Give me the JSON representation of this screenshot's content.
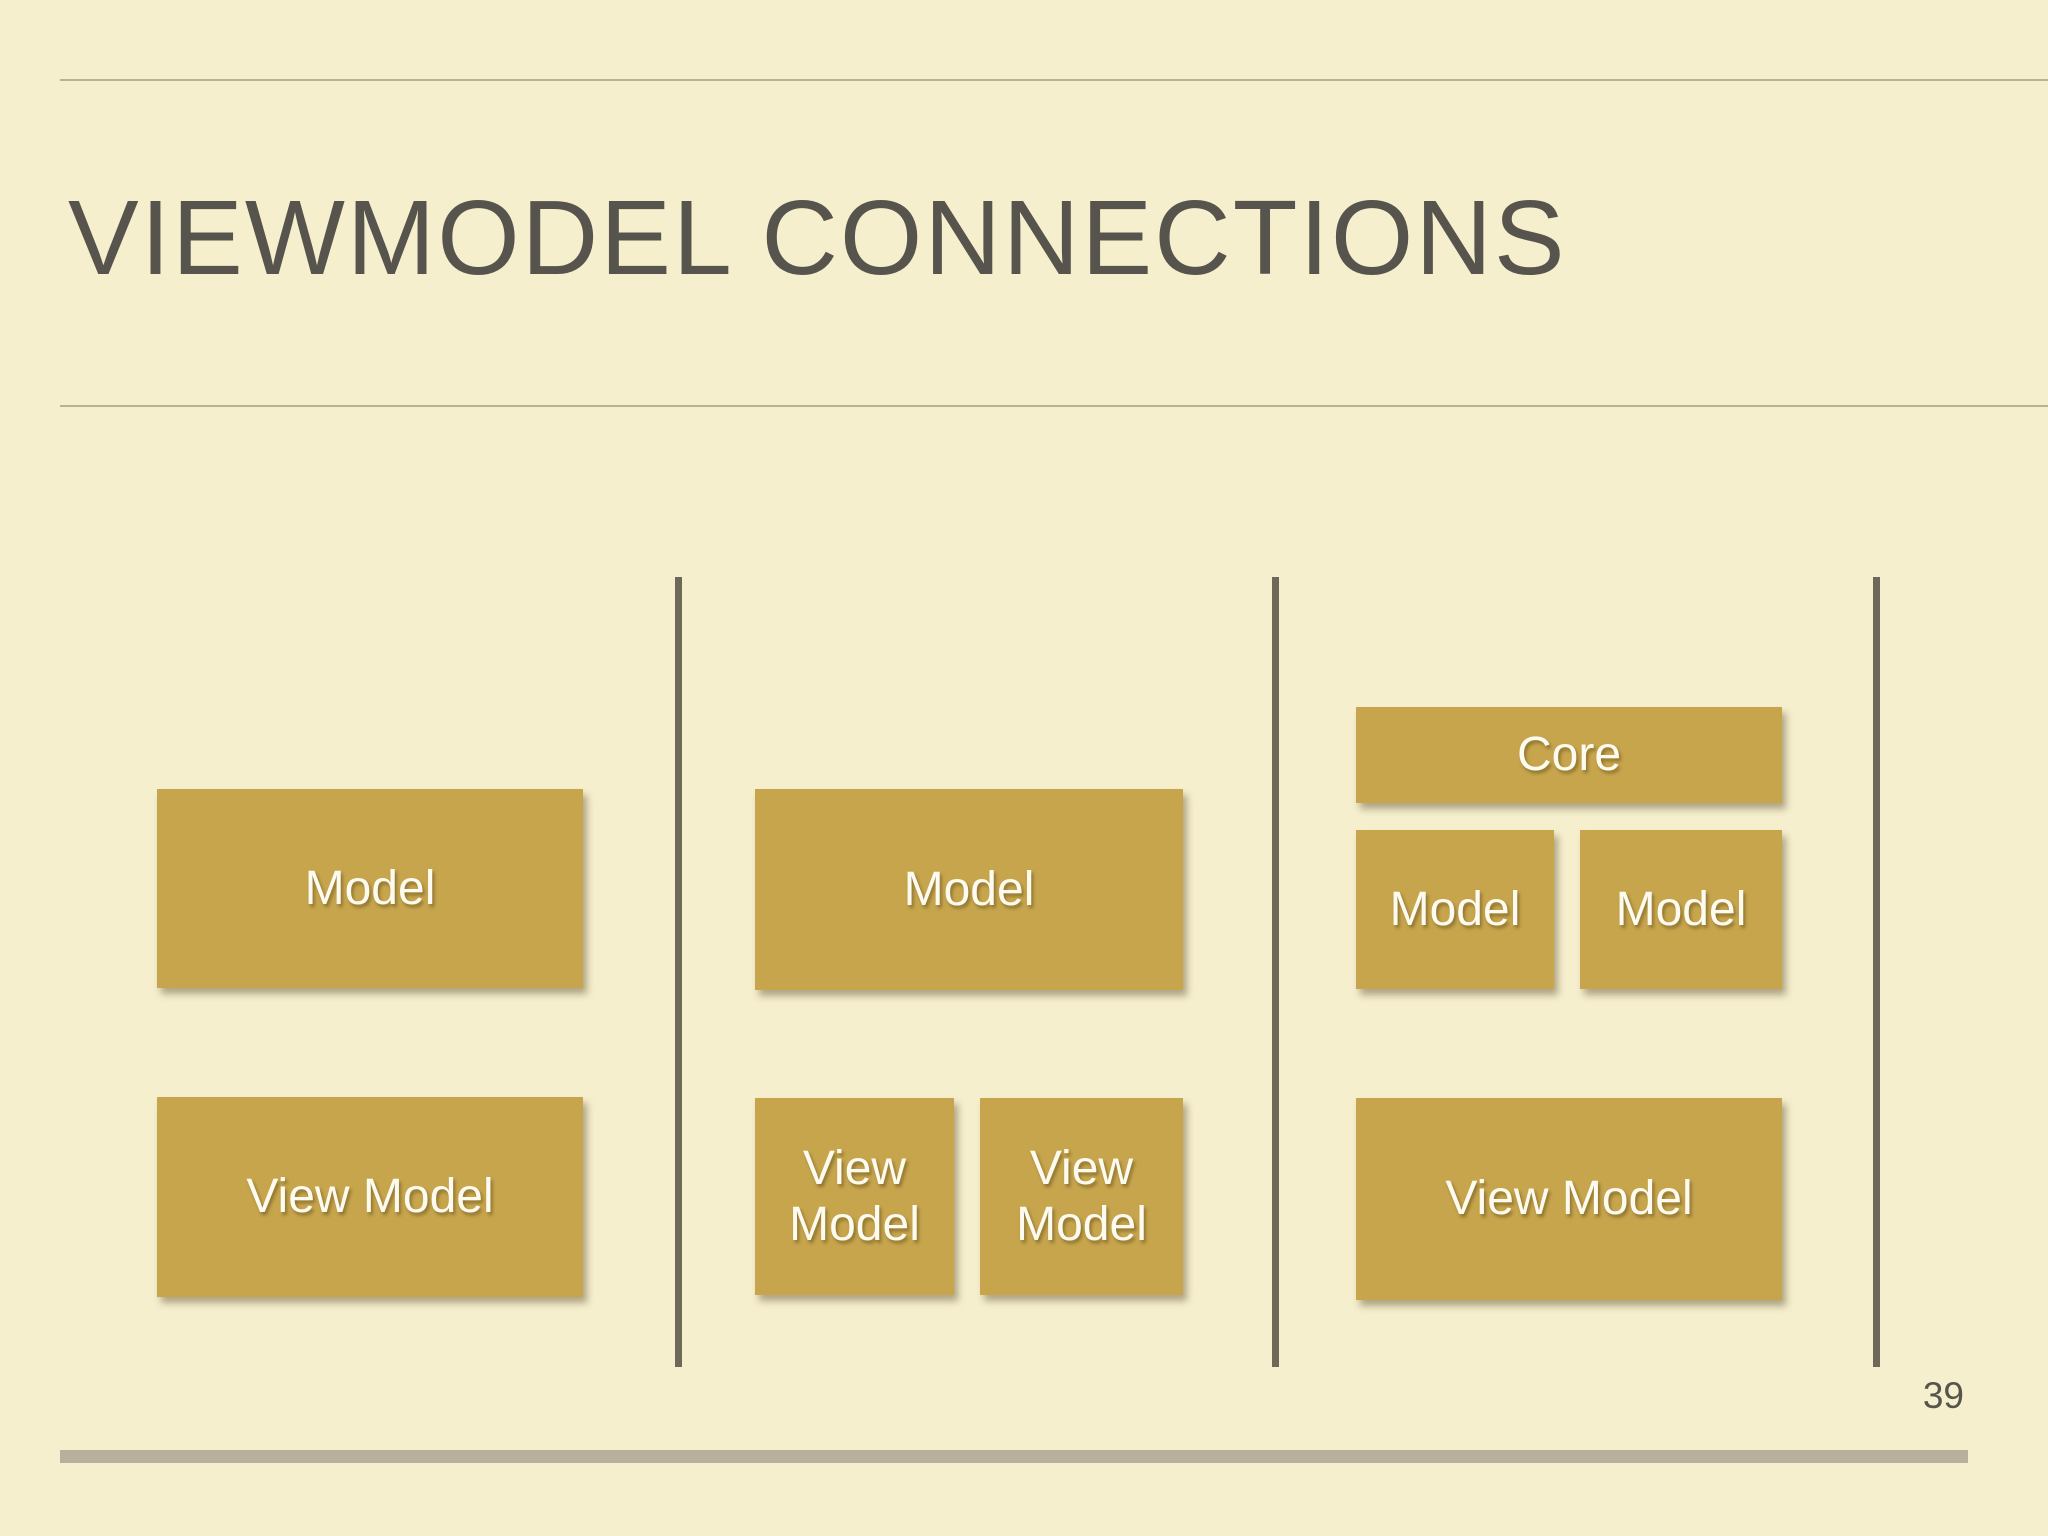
{
  "slide": {
    "title": "VIEWMODEL CONNECTIONS",
    "page_number": "39",
    "colors": {
      "background": "#f6efce",
      "box": "#c7a54d",
      "box_text": "#fdfbf0",
      "title": "#57544d",
      "divider": "#6e6859",
      "rule": "#b9b194",
      "footer_bar": "#b7b19b",
      "page_number": "#57544d"
    },
    "columns": [
      {
        "boxes": [
          {
            "label": "Model"
          },
          {
            "label": "View Model"
          }
        ]
      },
      {
        "boxes": [
          {
            "label": "Model"
          },
          {
            "label": "View Model"
          },
          {
            "label": "View Model"
          }
        ]
      },
      {
        "boxes": [
          {
            "label": "Core"
          },
          {
            "label": "Model"
          },
          {
            "label": "Model"
          },
          {
            "label": "View Model"
          }
        ]
      }
    ]
  }
}
